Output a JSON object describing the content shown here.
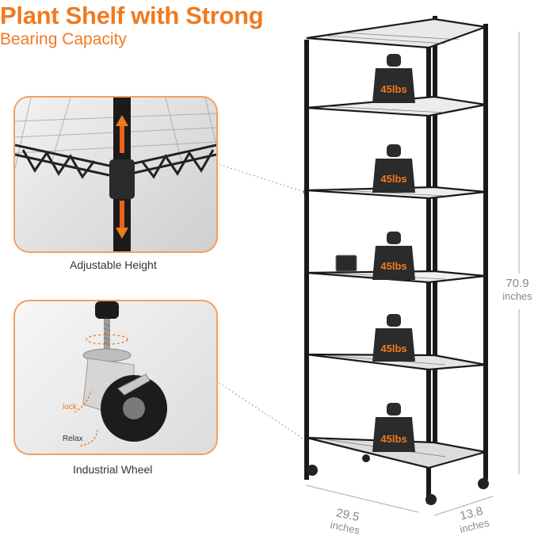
{
  "header": {
    "title": "Plant Shelf with Strong",
    "subtitle": "Bearing Capacity"
  },
  "features": [
    {
      "caption": "Adjustable Height"
    },
    {
      "caption": "Industrial Wheel",
      "lock_label": "lock",
      "relax_label": "Relax"
    }
  ],
  "shelf": {
    "weights": [
      "45lbs",
      "45lbs",
      "45lbs",
      "45lbs",
      "45lbs"
    ]
  },
  "dimensions": {
    "height": {
      "value": "70.9",
      "unit": "inches"
    },
    "width": {
      "value": "29.5",
      "unit": "inches"
    },
    "depth": {
      "value": "13.8",
      "unit": "inches"
    }
  },
  "colors": {
    "accent": "#f07a1f",
    "frame": "#1a1a1a",
    "weight_body": "#2b2b2b"
  }
}
